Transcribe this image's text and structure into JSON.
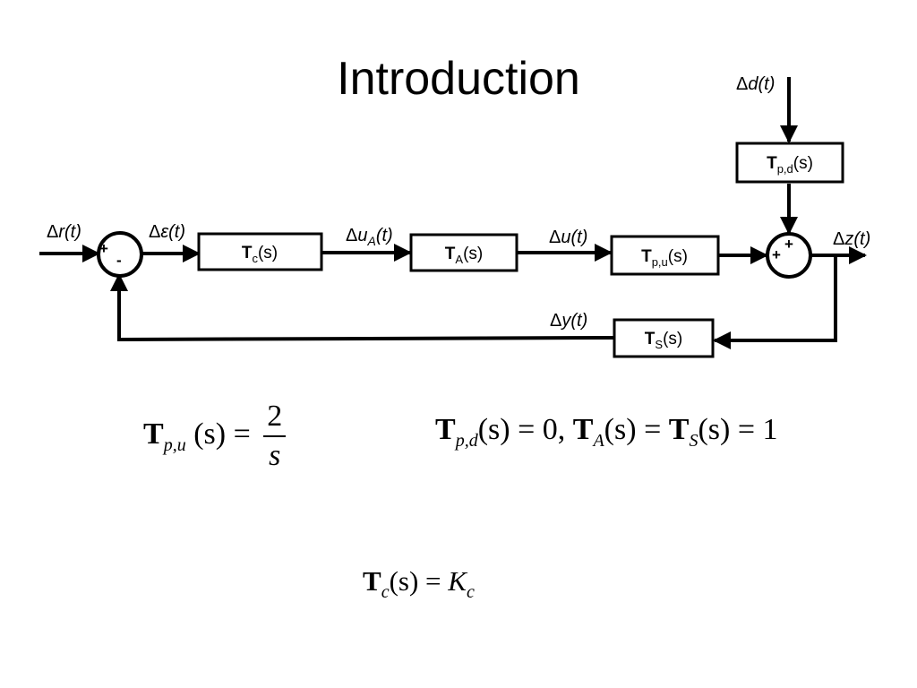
{
  "slide": {
    "title": "Introduction"
  },
  "signals": {
    "reference": "r(t)",
    "error": "ε(t)",
    "actuator_input": "u",
    "actuator_input_sub": "A",
    "actuator_input_arg": "(t)",
    "plant_input": "u(t)",
    "output": "z(t)",
    "measured": "y(t)",
    "disturbance": "d(t)",
    "delta": "Δ"
  },
  "blocks": {
    "controller": {
      "T": "T",
      "sub": "c",
      "arg": "(s)"
    },
    "actuator": {
      "T": "T",
      "sub": "A",
      "arg": "(s)"
    },
    "plant_u": {
      "T": "T",
      "sub": "p,u",
      "arg": "(s)"
    },
    "plant_d": {
      "T": "T",
      "sub": "p,d",
      "arg": "(s)"
    },
    "sensor": {
      "T": "T",
      "sub": "S",
      "arg": "(s)"
    }
  },
  "summing_junctions": {
    "left": {
      "plus": "+",
      "minus": "-"
    },
    "right": {
      "plus_top": "+",
      "plus_left": "+"
    }
  },
  "equations": {
    "plant_u": {
      "T": "T",
      "sub": "p,u",
      "arg": "(s)",
      "eq": "=",
      "num": "2",
      "den": "s"
    },
    "others": {
      "T1": "T",
      "sub1": "p,d",
      "arg1": "(s)",
      "eq1": "= 0,",
      "T2": "T",
      "sub2": "A",
      "arg2": "(s)",
      "eq2": "=",
      "T3": "T",
      "sub3": "S",
      "arg3": "(s)",
      "eq3": "= 1"
    },
    "controller": {
      "T": "T",
      "sub": "c",
      "arg": "(s)",
      "eq": "=",
      "K": "K",
      "Ksub": "c"
    }
  }
}
